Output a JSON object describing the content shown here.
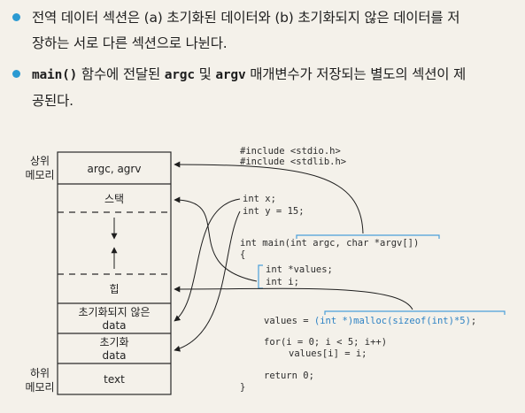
{
  "bullets": [
    {
      "line1": "전역 데이터 섹션은 (a) 초기화된 데이터와 (b) 초기화되지 않은 데이터를 저",
      "line2": "장하는 서로 다른 섹션으로 나뉜다."
    },
    {
      "code": "main()",
      "text_a": " 함수에 전달된 ",
      "code2": "argc",
      "text_b": " 및 ",
      "code3": "argv",
      "text_c": " 매개변수가 저장되는 별도의 섹션이 제",
      "line2": "공된다."
    }
  ],
  "memory_labels": {
    "top_line1": "상위",
    "top_line2": "메모리",
    "bottom_line1": "하위",
    "bottom_line2": "메모리"
  },
  "segments": {
    "args": "argc, agrv",
    "stack": "스택",
    "heap": "힙",
    "bss_line1": "초기화되지 않은",
    "bss_line2": "data",
    "data_line1": "초기화",
    "data_line2": "data",
    "text": "text"
  },
  "code": {
    "include1": "#include <stdio.h>",
    "include2": "#include <stdlib.h>",
    "global1": "int x;",
    "global2": "int y = 15;",
    "main_prefix": "int main(",
    "main_params": "int argc, char *argv[]",
    "main_suffix": ")",
    "brace_open": "{",
    "local1": "int *values;",
    "local2": "int i;",
    "malloc_prefix": "values = ",
    "malloc_call": "(int *)malloc(sizeof(int)*5)",
    "malloc_suffix": ";",
    "for_line": "for(i = 0; i < 5; i++)",
    "assign_line": "values[i] = i;",
    "return_line": "return 0;",
    "brace_close": "}"
  },
  "colors": {
    "bullet_dot": "#2b9ad2",
    "code_highlight": "#2d82c4",
    "bracket_blue": "#4a9fd9",
    "background": "#f4f1ea"
  }
}
